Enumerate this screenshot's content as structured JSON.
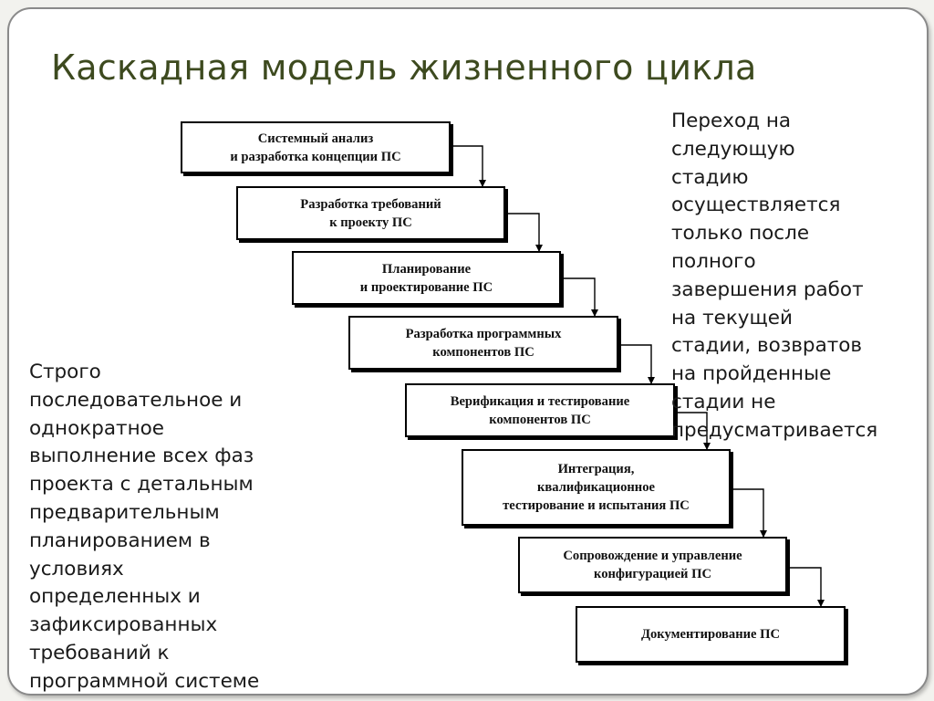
{
  "slide": {
    "title": "Каскадная модель жизненного цикла",
    "stages": [
      {
        "label": "Системный анализ\nи разработка концепции ПС"
      },
      {
        "label": "Разработка требований\nк проекту ПС"
      },
      {
        "label": "Планирование\nи проектирование ПС"
      },
      {
        "label": "Разработка программных\nкомпонентов ПС"
      },
      {
        "label": "Верификация и тестирование\nкомпонентов ПС"
      },
      {
        "label": "Интеграция,\nквалификационное\nтестирование и испытания ПС"
      },
      {
        "label": "Сопровождение и управление\nконфигурацией ПС"
      },
      {
        "label": "Документирование ПС"
      }
    ],
    "right_note": [
      "Переход на",
      "следующую",
      "стадию",
      "осуществляется",
      "только после",
      "полного",
      "завершения работ",
      "на текущей",
      "стадии, возвратов",
      "на пройденные",
      "стадии не",
      "предусматривается"
    ],
    "left_note": [
      "Строго",
      "последовательное и",
      "однократное",
      "выполнение всех фаз",
      "проекта с детальным",
      "предварительным",
      "планированием в",
      "условиях",
      "определенных и",
      "зафиксированных",
      "требований к",
      "программной системе"
    ]
  }
}
